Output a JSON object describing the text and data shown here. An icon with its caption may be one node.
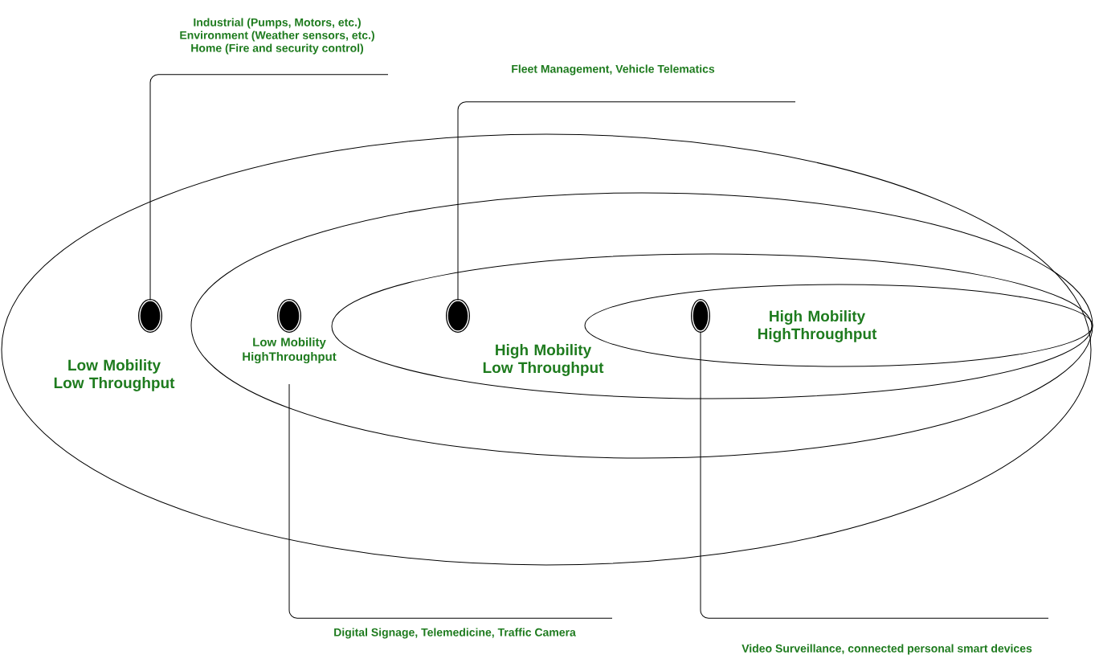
{
  "diagram": {
    "nodes": [
      {
        "text": [
          "Low Mobility Low Throughput"
        ]
      },
      {
        "text": [
          "Low Mobility HighThroughput"
        ],
        "in": 0
      },
      {
        "text": [
          "High Mobility Low Throughput"
        ],
        "in": 1
      },
      {
        "text": [
          "High Mobility HighThroughput"
        ],
        "in": 2
      },
      {
        "text": [],
        "shape": "circle",
        "in": 0
      },
      {
        "text": [],
        "shape": "circle",
        "in": 1
      },
      {
        "text": [],
        "shape": "circle",
        "in": 2
      },
      {
        "text": [],
        "shape": "circle",
        "in": 3
      },
      {
        "text": [
          "Industrial (Pumps, Motors, etc.)",
          "Environment (Weather sensors, etc.)",
          "Home (Fire and security control)"
        ]
      },
      {
        "text": [
          "Fleet Management, Vehicle Telematics"
        ]
      },
      {
        "text": [
          "Digital Signage, Telemedicine, Traffic Camera"
        ]
      },
      {
        "text": [
          "Video Surveillance, connected personal smart devices"
        ]
      }
    ],
    "edges": [
      {
        "from": 8,
        "to": 4,
        "arrow": "none"
      },
      {
        "from": 9,
        "to": 6,
        "arrow": "none"
      },
      {
        "from": 10,
        "to": 1,
        "arrow": "none"
      },
      {
        "from": 11,
        "to": 7,
        "arrow": "none"
      }
    ]
  }
}
